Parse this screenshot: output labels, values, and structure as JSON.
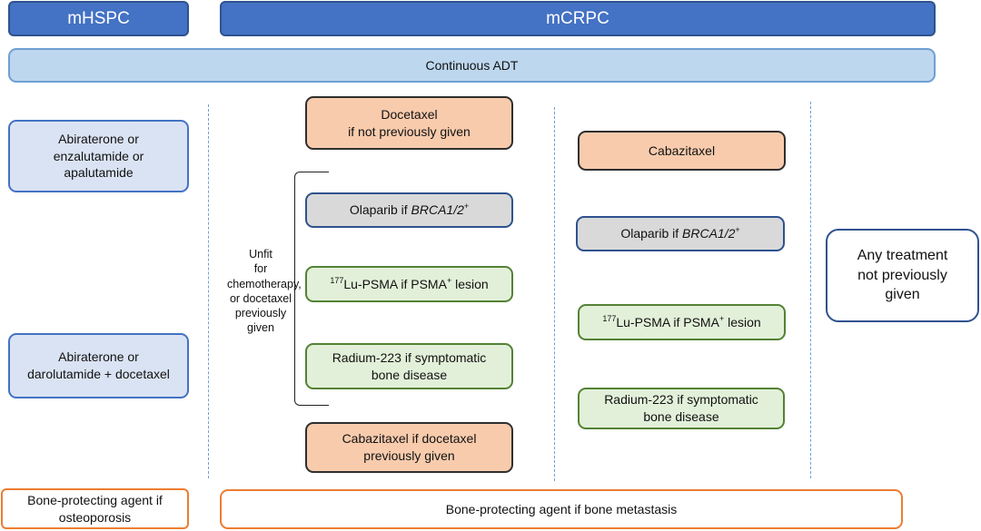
{
  "headers": {
    "mhspc": "mHSPC",
    "mcrpc": "mCRPC"
  },
  "adt": "Continuous ADT",
  "mhspc": {
    "box1": [
      "Abiraterone or",
      "enzalutamide or",
      "apalutamide"
    ],
    "box2": [
      "Abiraterone or",
      "darolutamide + docetaxel"
    ],
    "bone": [
      "Bone-protecting agent if",
      "osteoporosis"
    ]
  },
  "line2": {
    "docetaxel": [
      "Docetaxel",
      "if not previously given"
    ],
    "unfit": [
      "Unfit",
      "for",
      "chemotherapy,",
      "or docetaxel",
      "previously",
      "given"
    ],
    "olaparib_prefix": "Olaparib if ",
    "olaparib_gene": "BRCA1/2",
    "olaparib_sup": "+",
    "lu_sup": "177",
    "lu_text": "Lu-PSMA if PSMA",
    "lu_sup2": "+",
    "lu_suffix": " lesion",
    "radium": [
      "Radium-223 if symptomatic",
      "bone disease"
    ],
    "cabazitaxel": [
      "Cabazitaxel if docetaxel",
      "previously given"
    ]
  },
  "line3": {
    "cabazitaxel": "Cabazitaxel",
    "olaparib_prefix": "Olaparib if ",
    "olaparib_gene": "BRCA1/2",
    "olaparib_sup": "+",
    "lu_sup": "177",
    "lu_text": "Lu-PSMA if PSMA",
    "lu_sup2": "+",
    "lu_suffix": " lesion",
    "radium": [
      "Radium-223 if symptomatic",
      "bone disease"
    ]
  },
  "line4": {
    "any": [
      "Any treatment",
      "not previously",
      "given"
    ]
  },
  "bone_mcrpc": "Bone-protecting agent if bone metastasis"
}
